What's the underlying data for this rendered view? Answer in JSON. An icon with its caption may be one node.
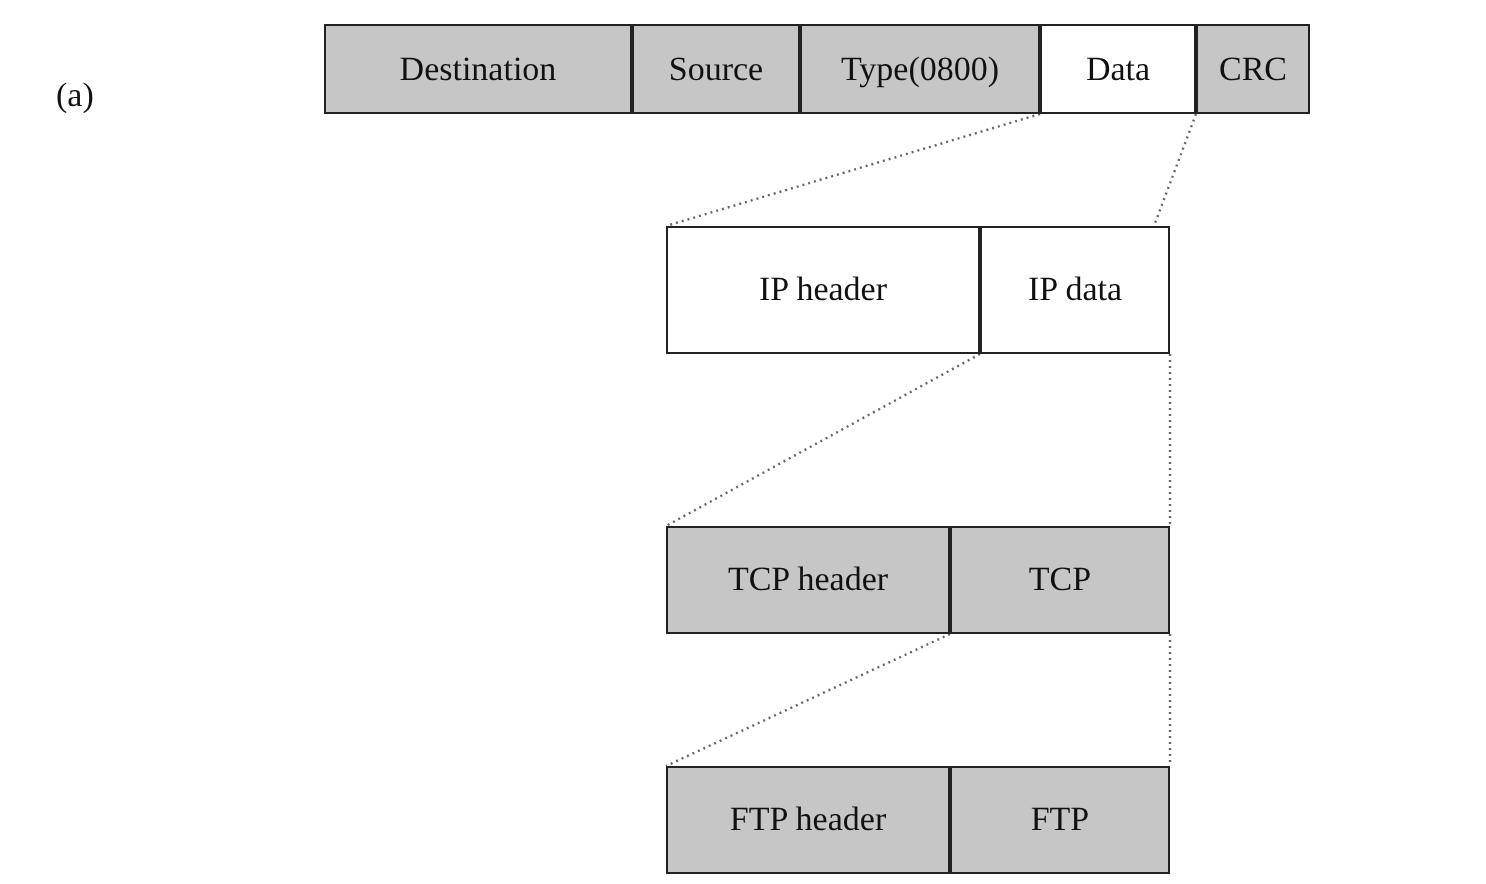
{
  "diagram": {
    "nodes": [
      {
        "text": [
          "Destination"
        ]
      },
      {
        "text": [
          "Source"
        ]
      },
      {
        "text": [
          "Type(0800)"
        ]
      },
      {
        "text": [
          "Data"
        ]
      },
      {
        "text": [
          "CRC"
        ]
      },
      {
        "text": [
          "IP header"
        ]
      },
      {
        "text": [
          "IP data"
        ]
      },
      {
        "text": [
          "TCP header"
        ]
      },
      {
        "text": [
          "TCP"
        ]
      },
      {
        "text": [
          "FTP header"
        ]
      },
      {
        "text": [
          "FTP"
        ]
      }
    ],
    "edges": [
      {
        "from": 3,
        "to": 5,
        "arrow": "none",
        "style": "dashed"
      },
      {
        "from": 3,
        "to": 6,
        "arrow": "none",
        "style": "dashed"
      },
      {
        "from": 6,
        "to": 7,
        "arrow": "none",
        "style": "dashed"
      },
      {
        "from": 6,
        "to": 8,
        "arrow": "none",
        "style": "dashed"
      },
      {
        "from": 8,
        "to": 9,
        "arrow": "none",
        "style": "dashed"
      },
      {
        "from": 8,
        "to": 10,
        "arrow": "none",
        "style": "dashed"
      }
    ],
    "labels": [
      "(a)"
    ]
  }
}
